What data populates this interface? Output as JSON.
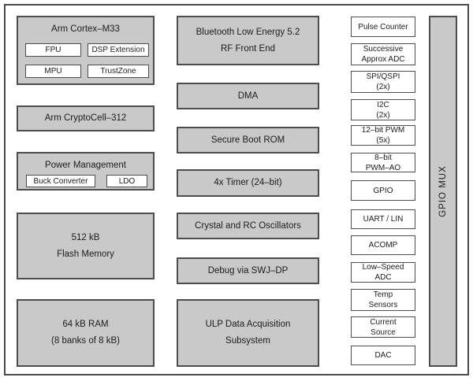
{
  "colors": {
    "block_fill": "#c9c9c9",
    "block_border": "#4d4d4d",
    "white_block_fill": "#ffffff",
    "text": "#1c1c1c",
    "background": "#ffffff"
  },
  "diagram": {
    "left": {
      "cortex": {
        "title": "Arm Cortex–M33",
        "sub": [
          "FPU",
          "DSP Extension",
          "MPU",
          "TrustZone"
        ]
      },
      "cryptocell": {
        "label": "Arm CryptoCell–312"
      },
      "power": {
        "title": "Power Management",
        "sub": [
          "Buck Converter",
          "LDO"
        ]
      },
      "flash": {
        "lines": [
          "512 kB",
          "Flash Memory"
        ]
      },
      "ram": {
        "lines": [
          "64 kB RAM",
          "(8 banks of 8 kB)"
        ]
      }
    },
    "middle": {
      "ble": {
        "lines": [
          "Bluetooth Low Energy 5.2",
          "RF Front End"
        ]
      },
      "dma": {
        "label": "DMA"
      },
      "boot_rom": {
        "label": "Secure Boot ROM"
      },
      "timer": {
        "label": "4x Timer (24–bit)"
      },
      "oscillators": {
        "label": "Crystal and RC Oscillators"
      },
      "debug": {
        "label": "Debug via SWJ–DP"
      },
      "ulp": {
        "lines": [
          "ULP Data Acquisition",
          "Subsystem"
        ]
      }
    },
    "right": {
      "pulse_counter": {
        "lines": [
          "Pulse Counter"
        ]
      },
      "sar_adc": {
        "lines": [
          "Successive",
          "Approx ADC"
        ]
      },
      "spi_qspi": {
        "lines": [
          "SPI/QSPI",
          "(2x)"
        ]
      },
      "i2c": {
        "lines": [
          "I2C",
          "(2x)"
        ]
      },
      "pwm_12bit": {
        "lines": [
          "12–bit PWM",
          "(5x)"
        ]
      },
      "pwm_8bit": {
        "lines": [
          "8–bit",
          "PWM–AO"
        ]
      },
      "gpio": {
        "lines": [
          "GPIO"
        ]
      },
      "uart_lin": {
        "lines": [
          "UART / LIN"
        ]
      },
      "acomp": {
        "lines": [
          "ACOMP"
        ]
      },
      "ls_adc": {
        "lines": [
          "Low–Speed",
          "ADC"
        ]
      },
      "temp": {
        "lines": [
          "Temp",
          "Sensors"
        ]
      },
      "current": {
        "lines": [
          "Current",
          "Source"
        ]
      },
      "dac": {
        "lines": [
          "DAC"
        ]
      }
    },
    "gpio_mux": {
      "label": "GPIO MUX"
    }
  }
}
